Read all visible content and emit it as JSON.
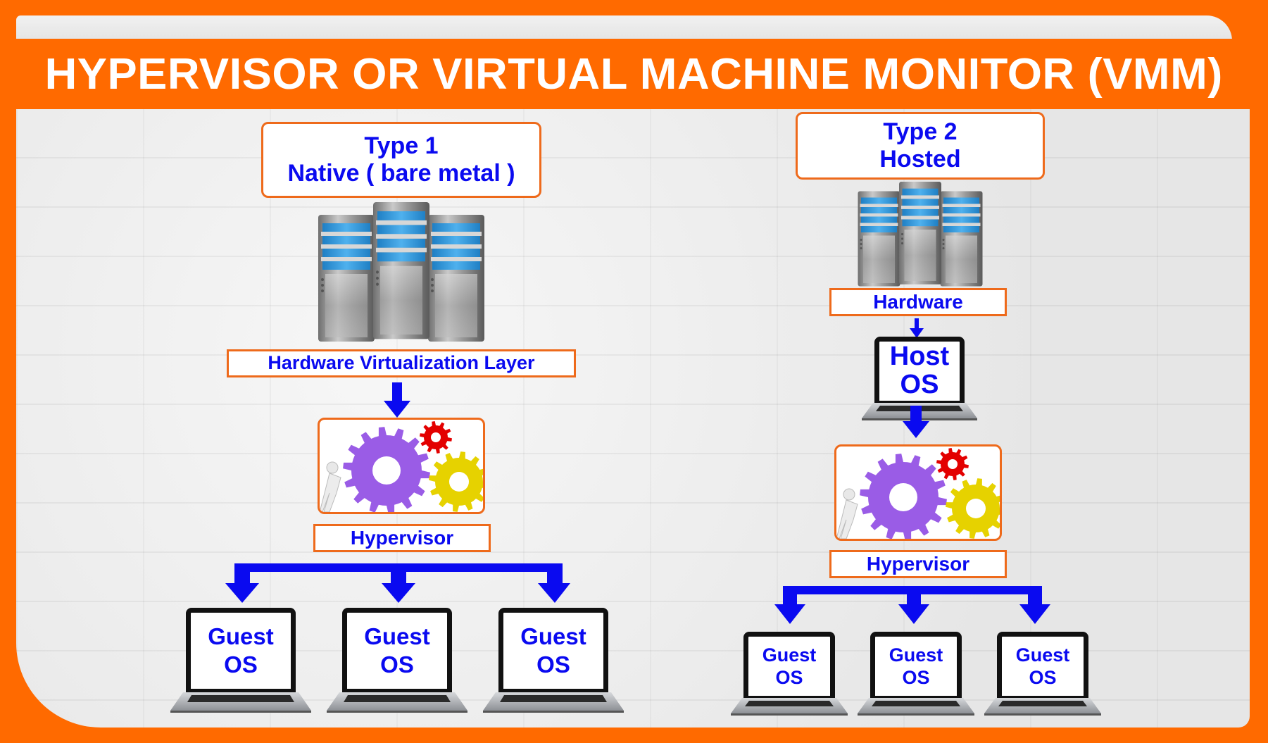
{
  "title": "HYPERVISOR OR VIRTUAL MACHINE MONITOR (VMM)",
  "colors": {
    "accent_orange": "#ff6a00",
    "box_border": "#ee6a1b",
    "text_blue": "#0a0af0",
    "arrow_blue": "#0a0af0",
    "gear_purple": "#9a5ce6",
    "gear_red": "#e30000",
    "gear_yellow": "#e6d200"
  },
  "type1": {
    "heading_line1": "Type 1",
    "heading_line2": "Native ( bare metal )",
    "hardware_icon": "server-rack-icon",
    "layer_label": "Hardware Virtualization Layer",
    "hypervisor_icon": "gears-icon",
    "hypervisor_label": "Hypervisor",
    "guests": [
      {
        "line1": "Guest",
        "line2": "OS"
      },
      {
        "line1": "Guest",
        "line2": "OS"
      },
      {
        "line1": "Guest",
        "line2": "OS"
      }
    ]
  },
  "type2": {
    "heading_line1": "Type 2",
    "heading_line2": "Hosted",
    "hardware_icon": "server-rack-icon",
    "hardware_label": "Hardware",
    "host_line1": "Host",
    "host_line2": "OS",
    "hypervisor_icon": "gears-icon",
    "hypervisor_label": "Hypervisor",
    "guests": [
      {
        "line1": "Guest",
        "line2": "OS"
      },
      {
        "line1": "Guest",
        "line2": "OS"
      },
      {
        "line1": "Guest",
        "line2": "OS"
      }
    ]
  }
}
